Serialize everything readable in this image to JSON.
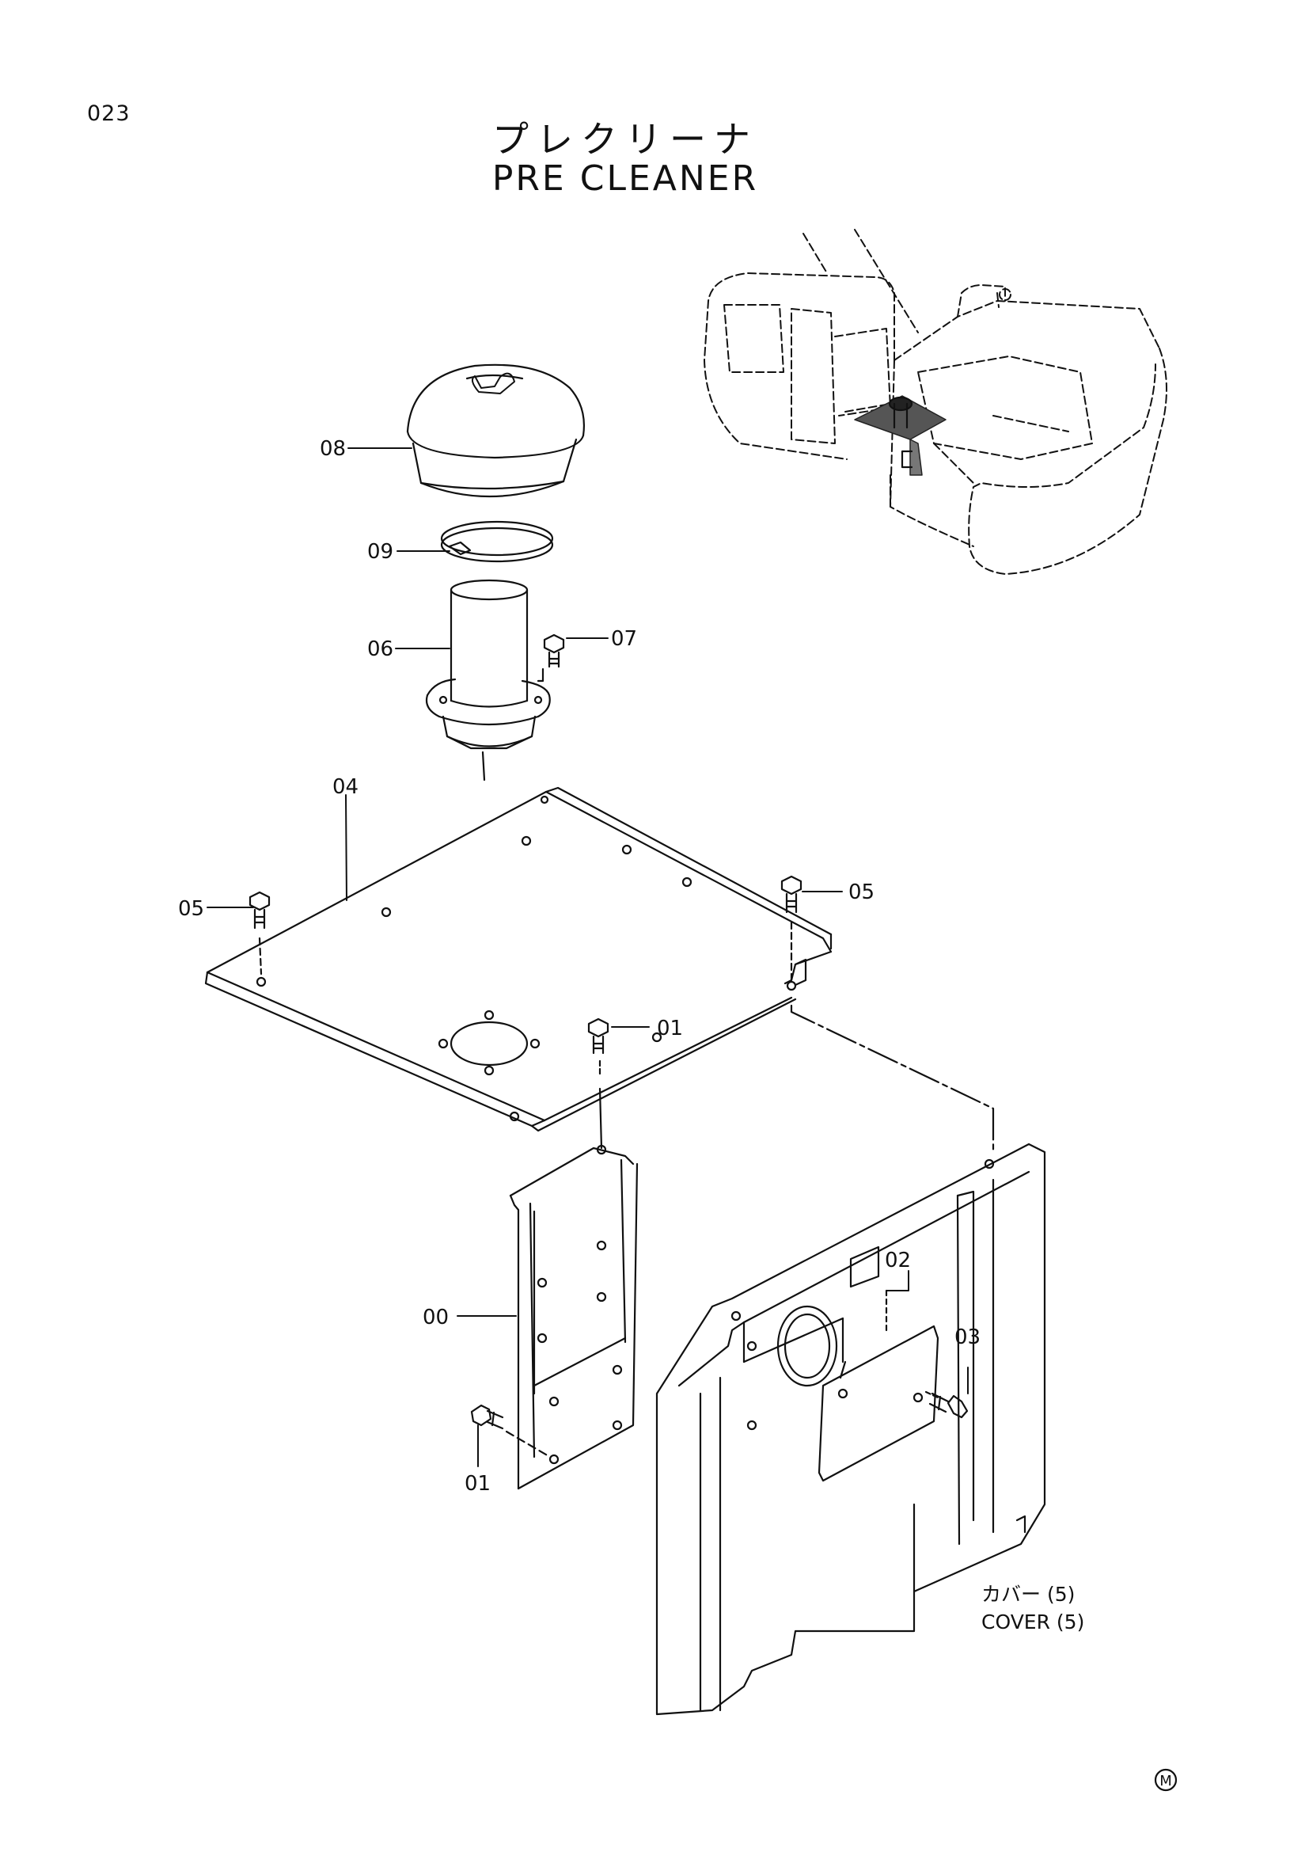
{
  "page_number": "023",
  "title_jp": "プレクリーナ",
  "title_en": "PRE  CLEANER",
  "callouts": {
    "c08": "08",
    "c09": "09",
    "c06": "06",
    "c07": "07",
    "c04": "04",
    "c05_left": "05",
    "c05_right": "05",
    "c01_upper": "01",
    "c00": "00",
    "c01_lower": "01",
    "c02": "02",
    "c03": "03"
  },
  "caption": {
    "jp": "カバー (5)",
    "en": "COVER (5)"
  },
  "corner_mark": "M"
}
